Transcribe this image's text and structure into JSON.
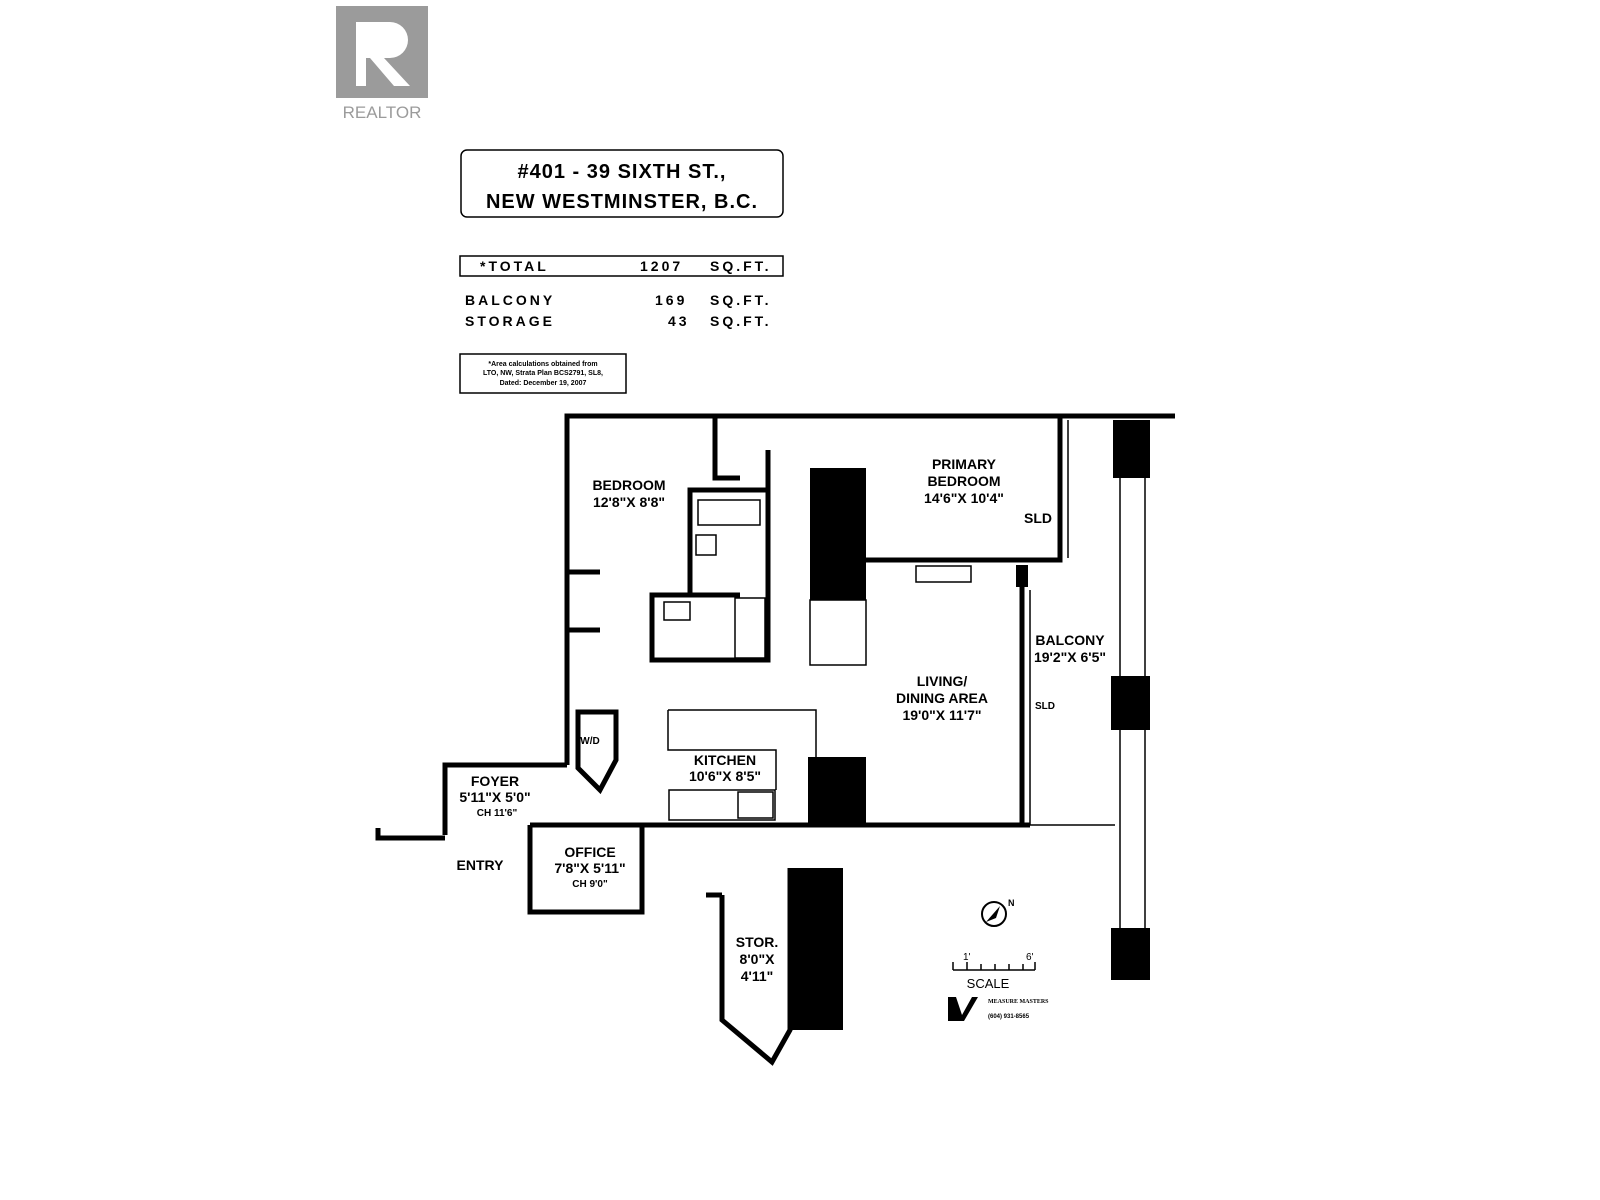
{
  "logo": {
    "text": "REALTOR",
    "mark": "R",
    "color": "#9b9b9b"
  },
  "header": {
    "line1": "#401 - 39 SIXTH ST.,",
    "line2": "NEW WESTMINSTER, B.C."
  },
  "areas": [
    {
      "label": "*TOTAL",
      "value": "1207",
      "unit": "SQ.FT."
    },
    {
      "label": "BALCONY",
      "value": "169",
      "unit": "SQ.FT."
    },
    {
      "label": "STORAGE",
      "value": "43",
      "unit": "SQ.FT."
    }
  ],
  "note": {
    "line1": "*Area calculations obtained from",
    "line2": "LTO, NW, Strata Plan BCS2791, SL8,",
    "line3": "Dated: December 19, 2007"
  },
  "rooms": {
    "bedroom": {
      "name": "BEDROOM",
      "dims": "12'8\"X 8'8\""
    },
    "primary": {
      "name1": "PRIMARY",
      "name2": "BEDROOM",
      "dims": "14'6\"X 10'4\"",
      "door": "SLD"
    },
    "balcony": {
      "name": "BALCONY",
      "dims": "19'2\"X 6'5\"",
      "door": "SLD"
    },
    "living": {
      "name1": "LIVING/",
      "name2": "DINING AREA",
      "dims": "19'0\"X 11'7\""
    },
    "kitchen": {
      "name": "KITCHEN",
      "dims": "10'6\"X 8'5\""
    },
    "wd": "W/D",
    "foyer": {
      "name": "FOYER",
      "dims": "5'11\"X 5'0\"",
      "ceiling": "CH 11'6\""
    },
    "entry": "ENTRY",
    "office": {
      "name": "OFFICE",
      "dims": "7'8\"X 5'11\"",
      "ceiling": "CH 9'0\""
    },
    "storage": {
      "name": "STOR.",
      "dims1": "8'0\"X",
      "dims2": "4'11\""
    }
  },
  "scale": {
    "start": "1'",
    "end": "6'",
    "label": "SCALE"
  },
  "compass": "N",
  "company": {
    "name": "MEASURE MASTERS",
    "phone": "(604) 931-8565"
  }
}
